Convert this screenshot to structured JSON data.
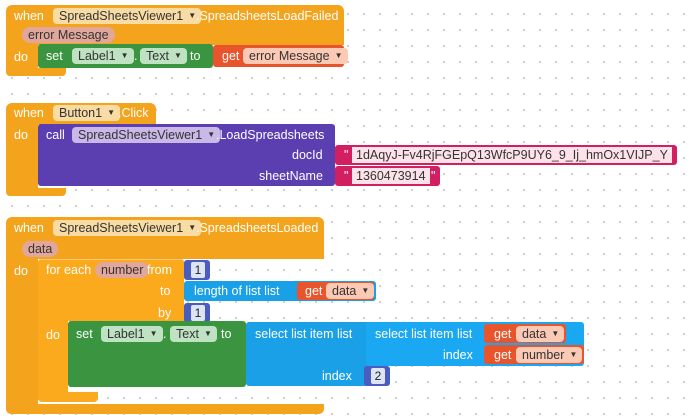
{
  "block1": {
    "when": "when",
    "component": "SpreadSheetsViewer1",
    "event": ".SpreadsheetsLoadFailed",
    "param": "error Message",
    "do": "do",
    "set": "set",
    "target_component": "Label1",
    "dot": ".",
    "property": "Text",
    "to": "to",
    "get": "get",
    "get_var": "error Message"
  },
  "block2": {
    "when": "when",
    "component": "Button1",
    "event": ".Click",
    "do": "do",
    "call": "call",
    "call_component": "SpreadSheetsViewer1",
    "method": ".LoadSpreadsheets",
    "arg1_label": "docId",
    "arg1_value": "1dAqyJ-Fv4RjFGEpQ13WfcP9UY6_9_Ij_hmOx1VIJP_Y",
    "arg2_label": "sheetName",
    "arg2_value": "1360473914",
    "quote_open": "\"",
    "quote_close": "\""
  },
  "block3": {
    "when": "when",
    "component": "SpreadSheetsViewer1",
    "event": ".SpreadsheetsLoaded",
    "param": "data",
    "do": "do",
    "for_each": "for each",
    "loop_var": "number",
    "from": "from",
    "from_value": "1",
    "to": "to",
    "length_of_list": "length of list  list",
    "get": "get",
    "get_data": "data",
    "by": "by",
    "by_value": "1",
    "inner_do": "do",
    "set": "set",
    "target_component": "Label1",
    "dot": ".",
    "property": "Text",
    "set_to": "to",
    "select_outer": "select list item  list",
    "select_inner": "select list item  list",
    "inner_get": "get",
    "inner_get_var": "data",
    "index_label": "index",
    "index_get": "get",
    "index_get_var": "number",
    "outer_index_label": "index",
    "outer_index_value": "2"
  }
}
